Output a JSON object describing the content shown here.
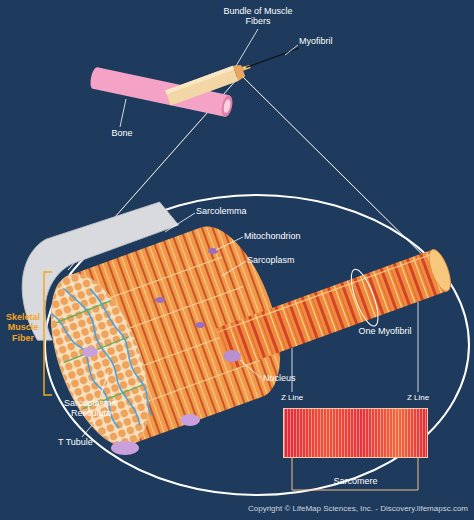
{
  "diagram": {
    "nodes": [
      {
        "text": [
          "Sarcomere"
        ]
      }
    ],
    "labels": [
      "Bundle of Muscle Fibers",
      "Myofibril",
      "Bone",
      "Sarcolemma",
      "Mitochondrion",
      "Sarcoplasm",
      "Skeletal Muscle Fiber",
      "One Myofibril",
      "Nucleus",
      "Sarcoplasmic Reticulum",
      "T Tubule",
      "Z Line",
      "Z Line",
      "Copyright © LifeMap Sciences, Inc. - Discovery.lifemapsc.com"
    ]
  }
}
